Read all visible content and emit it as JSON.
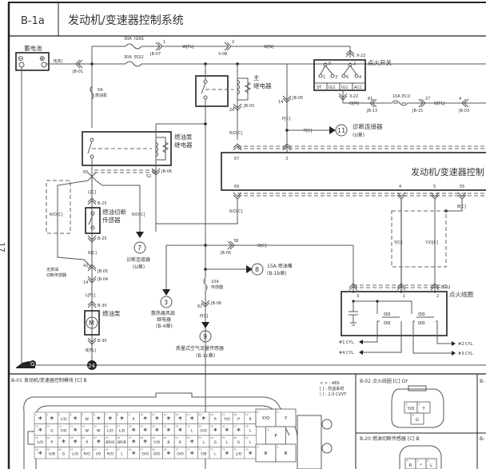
{
  "header": {
    "code": "B-1a",
    "title": "发动机/变速器控制系统",
    "page_number": "17"
  },
  "battery": {
    "label": "蓄电池",
    "minus": "⊖",
    "plus": "⊕",
    "wire": "B[B]",
    "conn": "JB-01"
  },
  "fuses": {
    "ign1": {
      "rating": "30A",
      "name": "IGN1",
      "pin": "1",
      "conn": "JB-07",
      "wire": "W[FL]"
    },
    "egi2": {
      "rating": "30A",
      "name": "EGI2"
    },
    "pump5a": {
      "rating": "5A",
      "name": "燃油泵"
    },
    "ecu10a": {
      "rating": "10A",
      "name": "ECU"
    },
    "sensor10a": {
      "rating": "10A",
      "name": "传感器"
    }
  },
  "connectors": {
    "x08": {
      "pin": "2",
      "name": "X-08"
    },
    "wn": "W[N]",
    "x22_top": "X-22",
    "x22_bot": "X-22",
    "jb13": {
      "pin": "61",
      "name": "JB-13"
    },
    "jb15": {
      "pin": "27",
      "name": "JB-15"
    },
    "jb03": {
      "pin": "4",
      "name": "JB-03"
    },
    "om": "O[M]",
    "ofl": "O[FL]",
    "jb05_14": {
      "pin": "14",
      "name": "JB-05"
    },
    "jb03_28": {
      "pin": "28",
      "name": "JB-03"
    },
    "jb06_52": {
      "pin": "52",
      "name": "JB-06"
    },
    "pin65": "65",
    "b25a": "B-25",
    "b25b": "B-25",
    "jb05_42": {
      "pin": "42",
      "name": "JB-05"
    },
    "jb04_14": {
      "pin": "14",
      "name": "JB-04"
    },
    "b30a": "B-30",
    "b30b": "B-30",
    "jb05_38": {
      "pin": "38",
      "name": "JB-05"
    },
    "jb06_62": {
      "pin": "62",
      "name": "JB-06"
    },
    "b02": "B-02"
  },
  "wires": {
    "pc1": "P[C]",
    "pc2": "P[C]",
    "ro_c1": "R/O[C]",
    "ro_c2": "R/O[C]",
    "ro_c3": "R/O[C]",
    "ro_c4": "R/O[C]",
    "lc": "L[C]",
    "rc": "R[C]",
    "lfl": "L[FL]",
    "bfl": "B[FL]",
    "oc": "O[C]",
    "bc": "B[C]",
    "yc": "Y[C]",
    "yoc": "Y/O[C]"
  },
  "ignition_switch": {
    "label": "点火开关",
    "pins": [
      "5",
      "2",
      "1",
      "3",
      "6",
      "4"
    ],
    "cols": [
      "ST",
      "IG2",
      "IG1",
      "ACC"
    ]
  },
  "main_relay": {
    "label1": "主",
    "label2": "继电器"
  },
  "pump_relay": {
    "label1": "燃油泵",
    "label2": "继电器"
  },
  "ecm": {
    "label": "发动机/变速器控制",
    "pins_top": [
      "67",
      "3"
    ],
    "pins_bottom": [
      "69",
      "4",
      "5",
      "55"
    ]
  },
  "refs": [
    {
      "num": "11",
      "line1": "诊断连接器",
      "line2": "(U章)"
    },
    {
      "num": "7",
      "line1": "诊断连接器",
      "line2": "(U章)"
    },
    {
      "num": "3",
      "line1": "散热器风扇",
      "line2": "继电器",
      "line3": "(B-4章)"
    },
    {
      "num": "8",
      "line1": "15A 喷油嘴",
      "line2": "(B-1b章)"
    },
    {
      "num": "9",
      "line1": "质量式空气流量传感器",
      "line2": "(B-1c章)"
    }
  ],
  "fuel_cut_sensor": {
    "label1": "燃油切断",
    "label2": "传感器"
  },
  "no_fuel_cut": {
    "label1": "无燃油",
    "label2": "切断传感器"
  },
  "fuel_pump": {
    "label": "燃油泵",
    "symbol": "M"
  },
  "ground": {
    "g": "G",
    "num": "24"
  },
  "ignition_coil": {
    "label": "点火线圈",
    "pins": [
      "3",
      "1",
      "2"
    ],
    "outputs": [
      "#1 CYL.",
      "#4 CYL.",
      "#2 CYL.",
      "#3 CYL."
    ]
  },
  "bottom": {
    "b01_title": "B-01 发动机/变速器控制模块 [C] B",
    "legend": [
      "< > : ABS",
      "[  ] : 防盗系统",
      "(  ) : 2.0 CVVT"
    ],
    "b02_title": "B-02 点火线圈 [C] GY",
    "b02_cells": [
      {
        "n": "2",
        "v": "Y/O"
      },
      {
        "n": "1",
        "v": "Y"
      },
      {
        "n": "3",
        "v": "G"
      }
    ],
    "b20_title": "B-20 燃油切断传感器 [C] B",
    "b20_cells": [
      {
        "n": "3",
        "v": "R"
      },
      {
        "n": "2",
        "v": "*"
      },
      {
        "n": "1",
        "v": "L"
      }
    ],
    "right_stub": "B-",
    "grid_rows": [
      [
        "*",
        "*",
        "L/O",
        "*",
        "W",
        "*",
        "*",
        "*",
        "R",
        "*",
        "*",
        "*",
        "*",
        "*",
        "*",
        "R",
        "Y/O",
        "P",
        "R"
      ],
      [
        "*",
        "G",
        "Y/O",
        "*",
        "W",
        "W",
        "L/O",
        "L/O",
        "*",
        "*",
        "*",
        "*",
        "*",
        "L",
        "G/O",
        "*",
        "*",
        "*",
        "L"
      ],
      [
        "L/O",
        "P",
        "*",
        "*",
        "P",
        "*",
        "BR/O",
        "BR/B",
        "*",
        "*",
        "Y/O",
        "B",
        "R",
        "*",
        "L",
        "G",
        "L",
        "G",
        "L"
      ],
      [
        "*",
        "G/B",
        "G",
        "L/O",
        "R/O",
        "I/O",
        "R/O",
        "L",
        "*",
        "O/O",
        "O/O",
        "*",
        "O/O",
        "*",
        "Y/B",
        "L",
        "*",
        "L/O",
        "*"
      ]
    ],
    "big_cells": [
      "Y/O",
      "Y",
      "P",
      "B",
      "B"
    ],
    "big_nums": [
      "5",
      "4",
      "3",
      "2",
      "1"
    ]
  }
}
